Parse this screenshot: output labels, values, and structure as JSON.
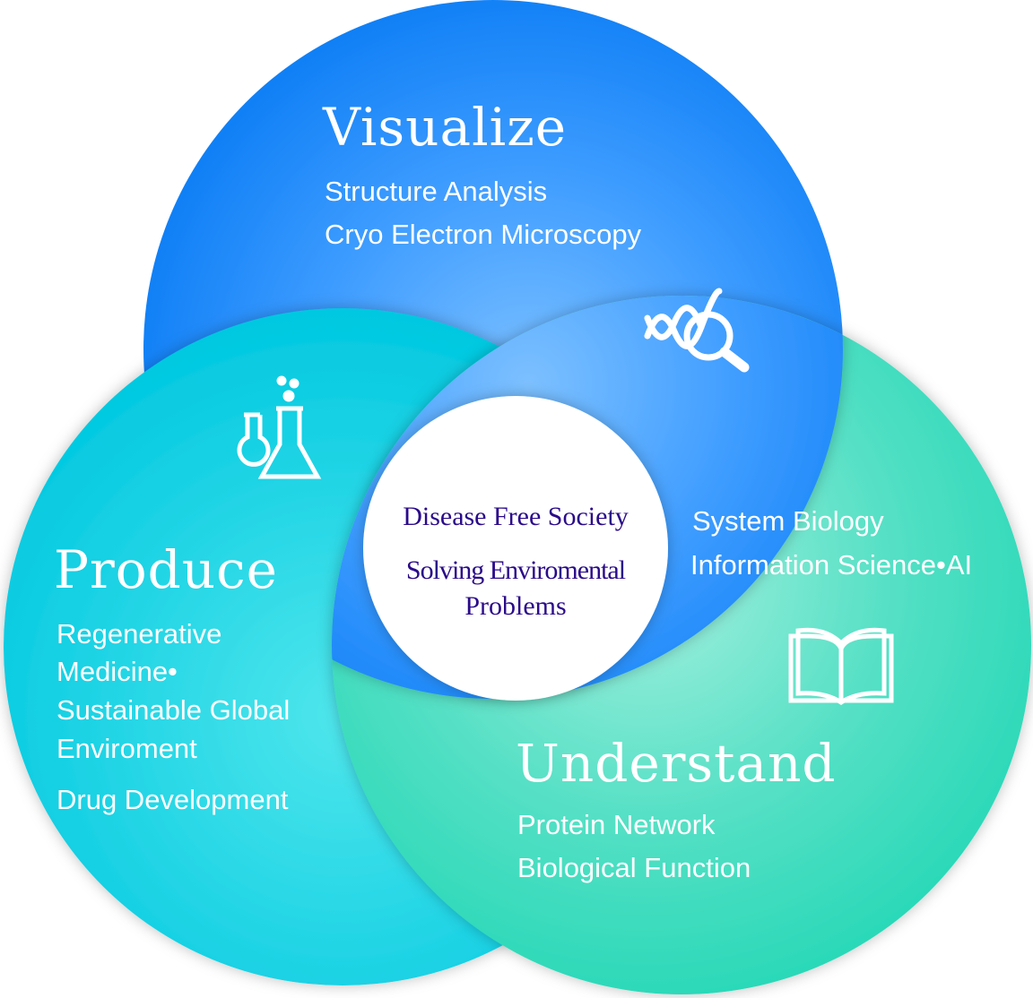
{
  "visualize": {
    "title": "Visualize",
    "items": [
      "Structure Analysis",
      "Cryo Electron Microscopy"
    ],
    "icon": "dna-magnifier-icon",
    "color": "#1a8cff"
  },
  "produce": {
    "title": "Produce",
    "items": [
      "Regenerative",
      "Medicine•",
      "Sustainable Global",
      "Enviroment",
      "Drug Development"
    ],
    "icon": "flasks-icon",
    "color": "#1ed2e6"
  },
  "understand": {
    "title": "Understand",
    "items": [
      "Protein Network",
      "Biological Function"
    ],
    "icon": "open-book-icon",
    "color": "#2ed8b8"
  },
  "overlap": {
    "items": [
      "System Biology",
      "Information Science•AI"
    ]
  },
  "center": {
    "line1": "Disease Free Society",
    "line2": "Solving Enviromental",
    "line3": "Problems",
    "color": "#2a0a8a"
  }
}
